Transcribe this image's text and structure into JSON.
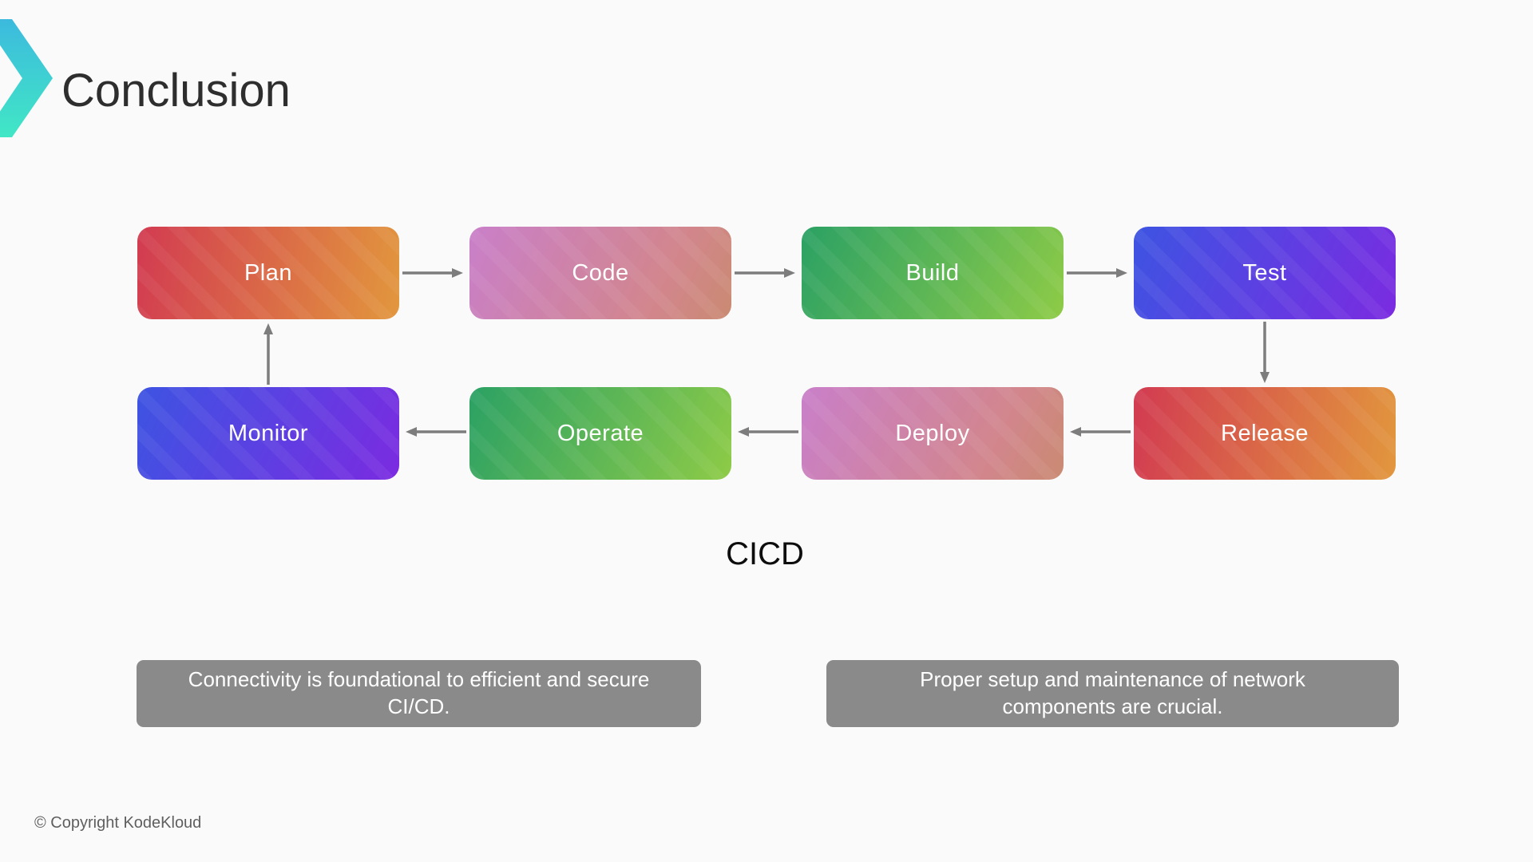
{
  "page": {
    "background_color": "#fafafa"
  },
  "header": {
    "title": "Conclusion",
    "title_color": "#2e2e2e",
    "logo_icon": "kodekloud-chevron-logo",
    "logo_gradient": [
      "#3cbade",
      "#41e7c5"
    ]
  },
  "diagram": {
    "caption": "CICD",
    "arrow_color": "#7d7d7d",
    "nodes": [
      {
        "label": "Plan",
        "gradient": [
          "#d23b51",
          "#e2973d"
        ]
      },
      {
        "label": "Code",
        "gradient": [
          "#c97fc9",
          "#d2868d"
        ]
      },
      {
        "label": "Build",
        "gradient": [
          "#2ba164",
          "#8ecb47"
        ]
      },
      {
        "label": "Test",
        "gradient": [
          "#3d54e2",
          "#7b2be1"
        ]
      },
      {
        "label": "Monitor",
        "gradient": [
          "#3d54e2",
          "#7b2be1"
        ]
      },
      {
        "label": "Operate",
        "gradient": [
          "#2ba164",
          "#8ecb47"
        ]
      },
      {
        "label": "Deploy",
        "gradient": [
          "#c97fc9",
          "#d2868d"
        ]
      },
      {
        "label": "Release",
        "gradient": [
          "#d23b51",
          "#e2973d"
        ]
      }
    ],
    "edges": [
      {
        "from": "Plan",
        "to": "Code"
      },
      {
        "from": "Code",
        "to": "Build"
      },
      {
        "from": "Build",
        "to": "Test"
      },
      {
        "from": "Test",
        "to": "Release"
      },
      {
        "from": "Release",
        "to": "Deploy"
      },
      {
        "from": "Deploy",
        "to": "Operate"
      },
      {
        "from": "Operate",
        "to": "Monitor"
      },
      {
        "from": "Monitor",
        "to": "Plan"
      }
    ]
  },
  "notes": [
    {
      "lines": [
        "Connectivity is foundational to efficient and secure",
        "CI/CD."
      ]
    },
    {
      "lines": [
        "Proper setup and maintenance of network",
        "components are crucial."
      ]
    }
  ],
  "footer": {
    "copyright": "© Copyright KodeKloud"
  }
}
